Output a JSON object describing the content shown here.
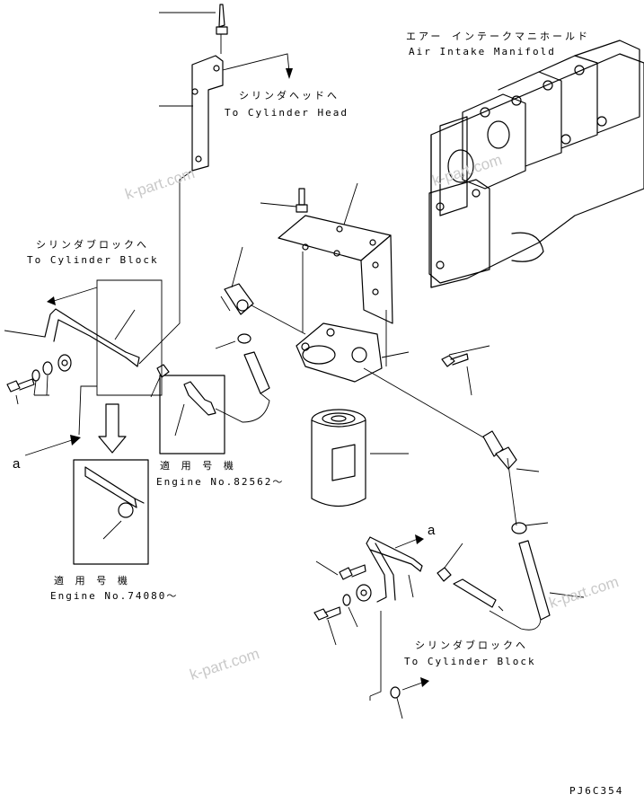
{
  "labels": {
    "manifold_jp": "エアー インテークマニホールド",
    "manifold_en": "Air Intake Manifold",
    "head_jp": "シリンダヘッドへ",
    "head_en": "To Cylinder Head",
    "block_jp_left": "シリンダブロックへ",
    "block_en_left": "To Cylinder Block",
    "applic_jp_1": "適 用 号 機",
    "engine_no_1": "Engine No.82562～",
    "applic_jp_2": "適 用 号 機",
    "engine_no_2": "Engine No.74080～",
    "block_jp_right": "シリンダブロックへ",
    "block_en_right": "To Cylinder Block",
    "letter_a_left": "a",
    "letter_a_right": "a",
    "drawing_code": "PJ6C354"
  },
  "watermarks": [
    "k-part.com",
    "k-part.com",
    "k-part.com",
    "k-part.com"
  ]
}
